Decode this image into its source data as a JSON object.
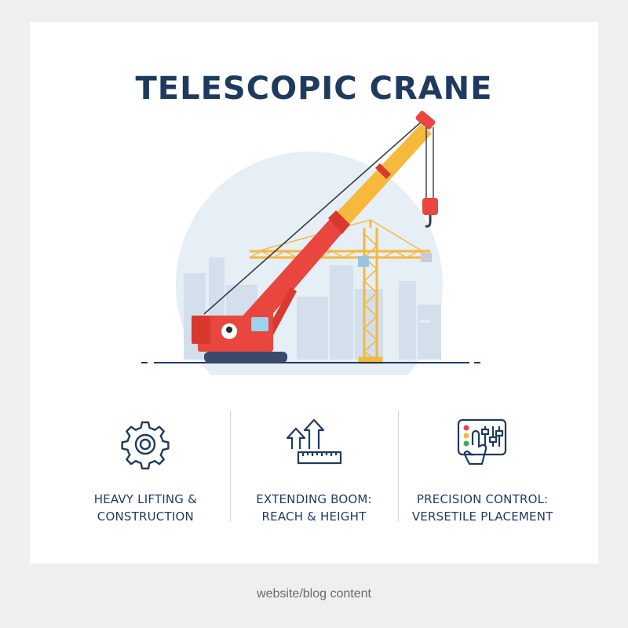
{
  "title": "TELESCOPIC CRANE",
  "features": [
    {
      "icon": "gear-icon",
      "line1": "HEAVY LIFTING &",
      "line2": "CONSTRUCTION"
    },
    {
      "icon": "extending-arrows-ruler-icon",
      "line1": "EXTENDING BOOM:",
      "line2": "REACH & HEIGHT"
    },
    {
      "icon": "control-panel-hand-icon",
      "line1": "PRECISION CONTROL:",
      "line2": "VERSETILE PLACEMENT"
    }
  ],
  "caption": "website/blog content",
  "colors": {
    "title": "#1f3a5f",
    "crane_red": "#e8463f",
    "boom_yellow": "#f6b93b",
    "background_circle": "#e6eef6"
  }
}
